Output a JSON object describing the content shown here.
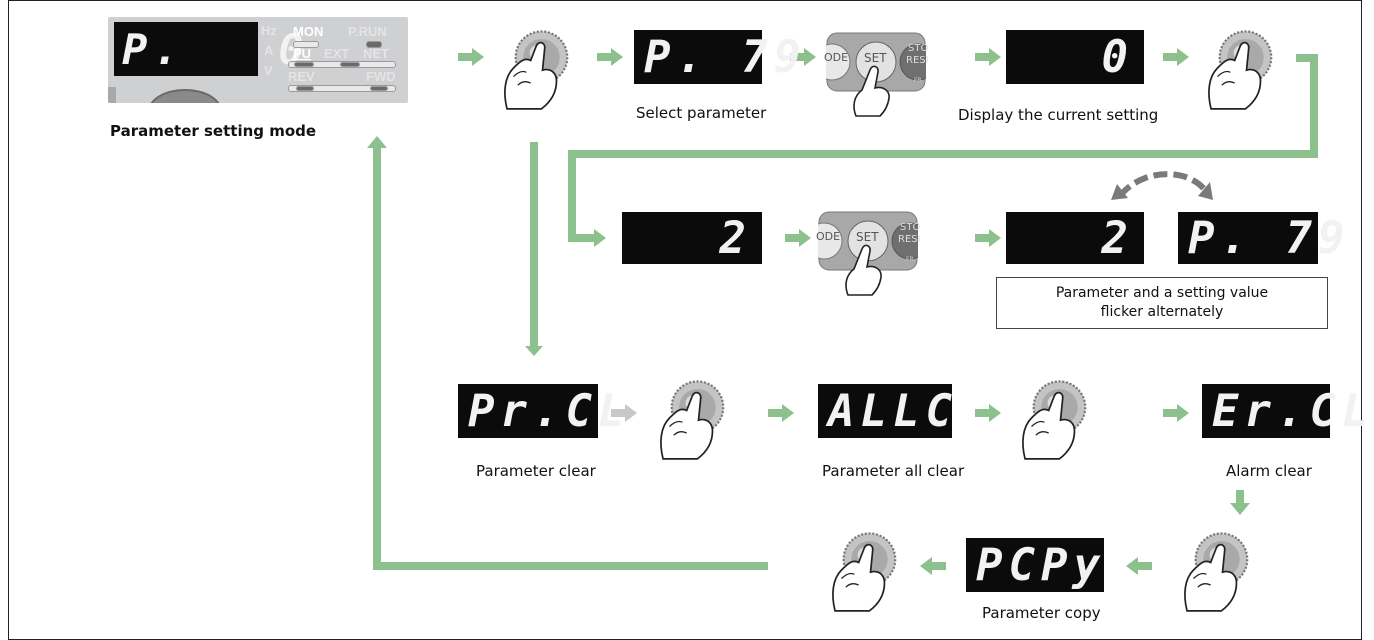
{
  "mode_panel": {
    "display": "P.   0",
    "unit_hz": "Hz",
    "unit_a": "A",
    "unit_v": "V",
    "mon": "MON",
    "prun": "P.RUN",
    "pu": "PU",
    "ext": "EXT",
    "net": "NET",
    "rev": "REV",
    "fwd": "FWD",
    "caption": "Parameter setting mode"
  },
  "row1": {
    "select_display": "P. 79",
    "select_caption": "Select parameter",
    "current_display": "0",
    "current_caption": "Display the current setting"
  },
  "row2": {
    "value_display": "2",
    "flicker_value": "2",
    "flicker_param": "P. 79",
    "note_line1": "Parameter and a setting value",
    "note_line2": "flicker alternately"
  },
  "row3": {
    "clear_display": "Pr.CL",
    "clear_caption": "Parameter clear",
    "allclear_display": "ALLC",
    "allclear_caption": "Parameter all clear",
    "alarm_display": "Er.CL",
    "alarm_caption": "Alarm clear"
  },
  "row4": {
    "copy_display": "PCPy",
    "copy_caption": "Parameter copy"
  },
  "keypad": {
    "mode": "ODE",
    "set": "SET",
    "stop_top": "STO",
    "stop_bottom": "RESI",
    "fr": "FR"
  },
  "colors": {
    "arrow": "#8cc08c",
    "arrow_gray": "#c8c8c8",
    "lcd": "#0b0b0b",
    "flicker_arrow": "#7a7a7a"
  }
}
